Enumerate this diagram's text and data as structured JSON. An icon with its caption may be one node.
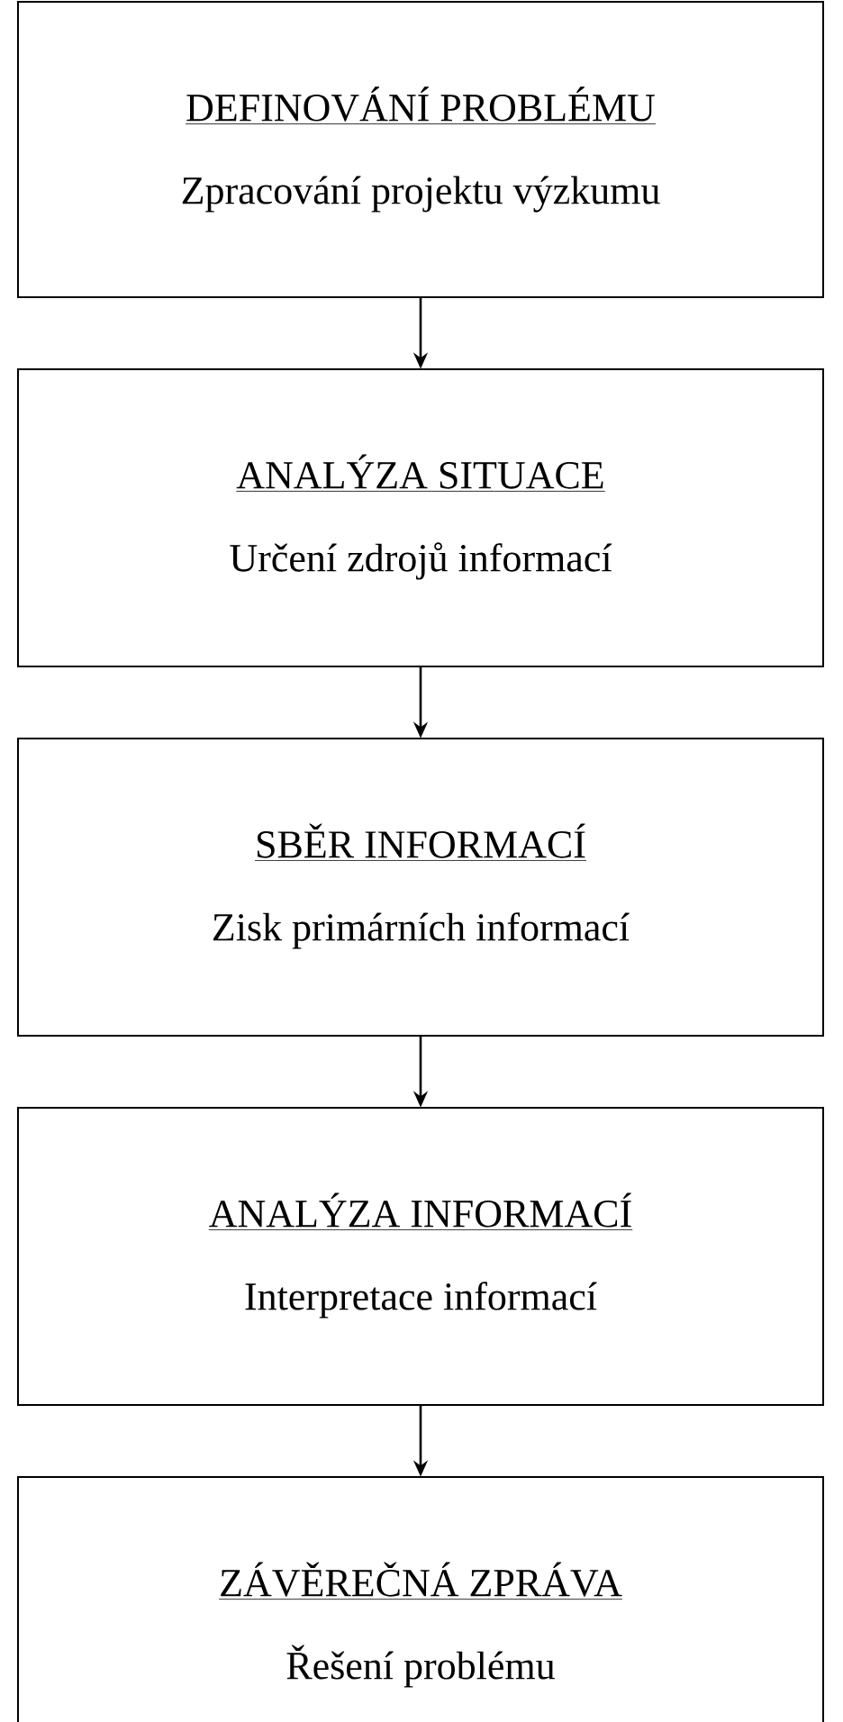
{
  "diagram": {
    "nodes": [
      {
        "text": [
          "DEFINOVÁNÍ PROBLÉMU",
          "Zpracování projektu výzkumu"
        ]
      },
      {
        "text": [
          "ANALÝZA SITUACE",
          "Určení zdrojů informací"
        ]
      },
      {
        "text": [
          "SBĚR INFORMACÍ",
          "Zisk primárních informací"
        ]
      },
      {
        "text": [
          "ANALÝZA INFORMACÍ",
          "Interpretace informací"
        ]
      },
      {
        "text": [
          "ZÁVĚREČNÁ ZPRÁVA",
          "Řešení problému"
        ]
      }
    ],
    "edges": [
      {
        "from": 0,
        "to": 1,
        "arrow": "to"
      },
      {
        "from": 1,
        "to": 2,
        "arrow": "to"
      },
      {
        "from": 2,
        "to": 3,
        "arrow": "to"
      },
      {
        "from": 3,
        "to": 4,
        "arrow": "to"
      }
    ]
  }
}
